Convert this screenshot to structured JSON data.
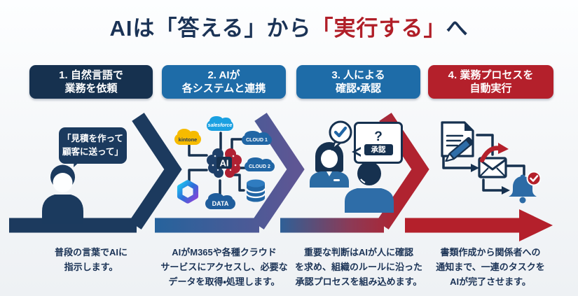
{
  "title": {
    "part1": "AIは「答える」から",
    "part2": "「実行する」",
    "part3": "へ"
  },
  "steps": [
    {
      "line1": "1. 自然言語で",
      "line2": "業務を依頼"
    },
    {
      "line1": "2. AIが",
      "line2": "各システムと連携"
    },
    {
      "line1": "3. 人による",
      "line2": "確認・承認"
    },
    {
      "line1": "4. 業務プロセスを",
      "line2": "自動実行"
    }
  ],
  "step1_art": {
    "bubble_line1": "「見積を作って",
    "bubble_line2": "顧客に送って」"
  },
  "step2_art": {
    "ai": "AI",
    "kintone": "kintone",
    "salesforce": "salesforce",
    "cloud1": "CLOUD 1",
    "cloud2": "CLOUD 2",
    "data": "DATA"
  },
  "step3_art": {
    "question_mark": "?",
    "approve_label": "承認"
  },
  "captions": [
    {
      "lines": [
        "普段の言葉でAIに",
        "指示します。"
      ]
    },
    {
      "lines": [
        "AIがM365や各種クラウド",
        "サービスにアクセスし、必要な",
        "データを取得・処理します。"
      ]
    },
    {
      "lines": [
        "重要な判断はAIが人に確認",
        "を求め、組織のルールに沿った",
        "承認プロセスを組み込めます。"
      ]
    },
    {
      "lines": [
        "書類作成から関係者への",
        "通知まで、一連のタスクを",
        "AIが完了させます。"
      ]
    }
  ],
  "colors": {
    "navy": "#16314f",
    "steel_blue": "#1e6ca8",
    "red": "#b4202b",
    "title_navy": "#1b3356",
    "title_red": "#b01e28",
    "kintone_yellow": "#f6bb00",
    "salesforce_blue": "#1ba0e1",
    "cloud_blue": "#2166a5"
  },
  "icons": {
    "user": "user-silhouette",
    "speech": "speech-bubble",
    "brain": "ai-brain",
    "m365": "m365-hexagon-ring",
    "database": "database-cylinder",
    "cloud": "cloud",
    "check": "check-bubble",
    "woman": "woman-silhouette",
    "man": "man-silhouette",
    "document": "document-pencil",
    "envelope": "envelope",
    "bell": "bell-notification",
    "flow": "chevron-arrow-band"
  }
}
